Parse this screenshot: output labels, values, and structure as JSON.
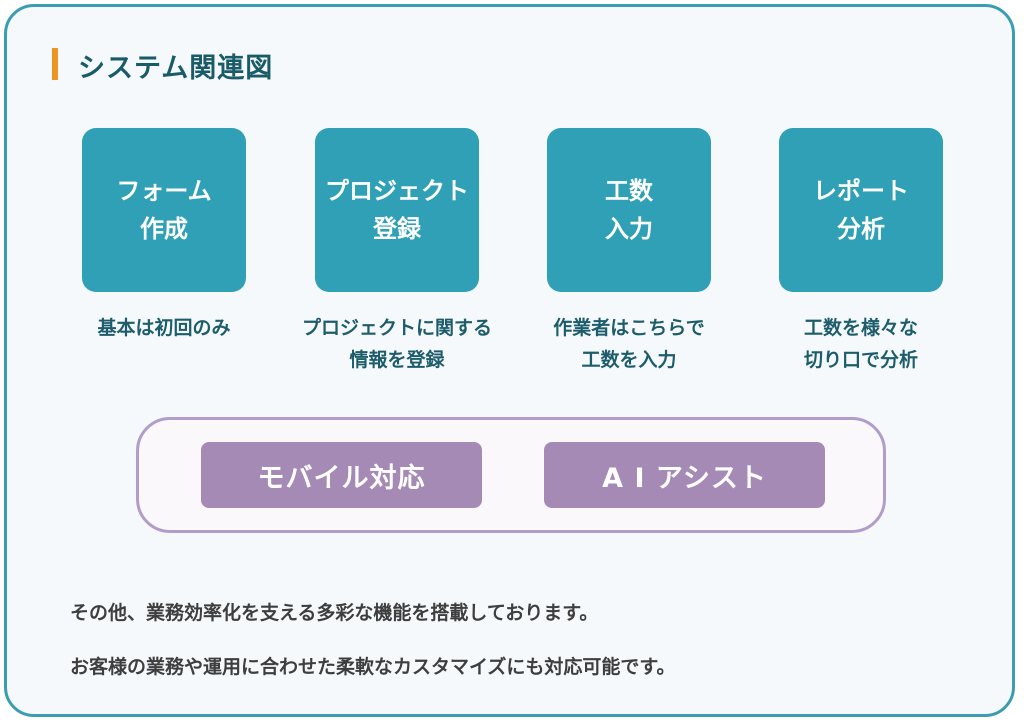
{
  "title": "システム関連図",
  "boxes": [
    {
      "line1": "フォーム",
      "line2": "作成",
      "desc1": "基本は初回のみ",
      "desc2": ""
    },
    {
      "line1": "プロジェクト",
      "line2": "登録",
      "desc1": "プロジェクトに関する",
      "desc2": "情報を登録"
    },
    {
      "line1": "工数",
      "line2": "入力",
      "desc1": "作業者はこちらで",
      "desc2": "工数を入力"
    },
    {
      "line1": "レポート",
      "line2": "分析",
      "desc1": "工数を様々な",
      "desc2": "切り口で分析"
    }
  ],
  "features": [
    "モバイル対応",
    "A I アシスト"
  ],
  "notes": [
    "その他、業務効率化を支える多彩な機能を搭載しております。",
    "お客様の業務や運用に合わせた柔軟なカスタマイズにも対応可能です。"
  ],
  "colors": {
    "frame_border": "#3a9db2",
    "title_accent": "#ef9422",
    "box_fill": "#2fa0b6",
    "feature_fill": "#a58ab6",
    "feature_border": "#b29cca"
  }
}
